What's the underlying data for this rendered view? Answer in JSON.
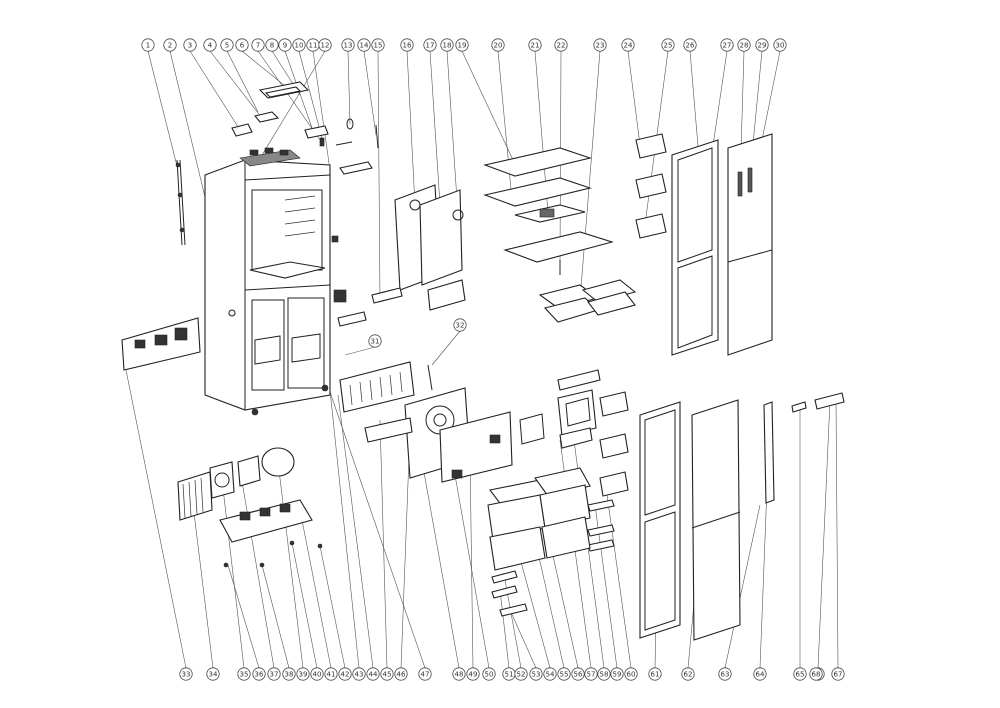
{
  "callouts_top": [
    "1",
    "2",
    "3",
    "4",
    "5",
    "6",
    "7",
    "8",
    "9",
    "10",
    "11",
    "12",
    "13",
    "14",
    "15",
    "16",
    "17",
    "18",
    "19",
    "20",
    "21",
    "22",
    "23",
    "24",
    "25",
    "26",
    "27",
    "28",
    "29",
    "30"
  ],
  "callouts_bottom": [
    "33",
    "34",
    "35",
    "36",
    "37",
    "38",
    "39",
    "40",
    "41",
    "42",
    "43",
    "44",
    "45",
    "46",
    "47",
    "48",
    "49",
    "50",
    "51",
    "52",
    "53",
    "54",
    "55",
    "56",
    "57",
    "58",
    "59",
    "60",
    "61",
    "62",
    "63",
    "64",
    "65",
    "66",
    "67",
    "68"
  ],
  "callouts_mid": [
    "31",
    "32"
  ]
}
